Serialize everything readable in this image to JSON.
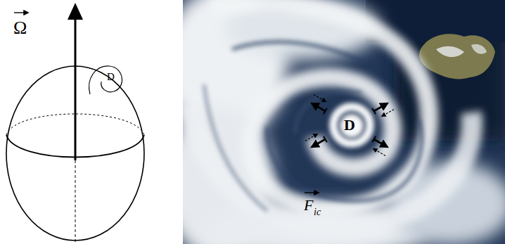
{
  "diagram": {
    "labels": [
      "Ω",
      "D",
      "D",
      "F",
      "ic"
    ]
  }
}
